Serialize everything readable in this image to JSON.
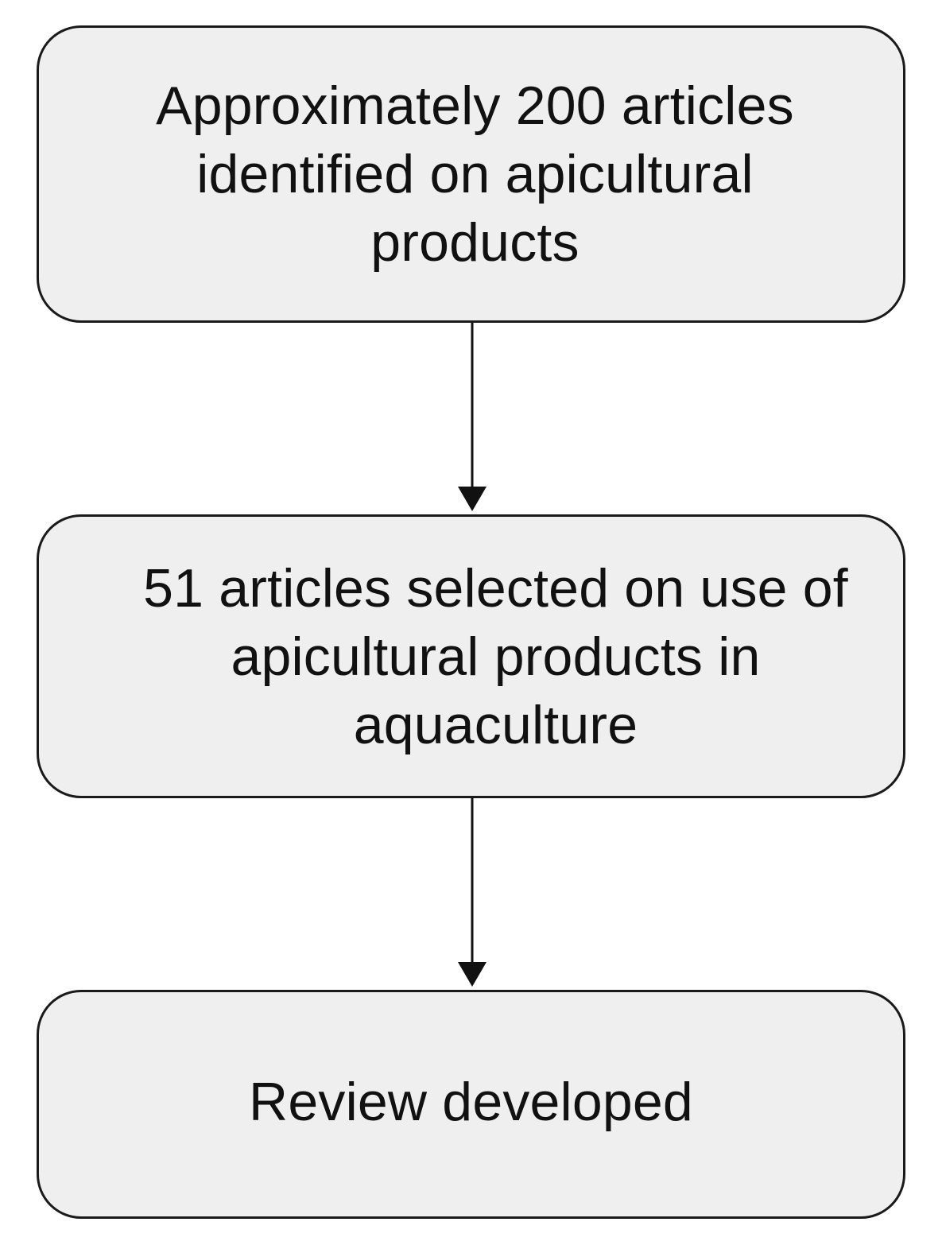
{
  "flowchart": {
    "steps": [
      {
        "label": "Approximately 200 articles identified on apicultural products"
      },
      {
        "label": "51 articles selected on use of apicultural products in aquaculture"
      },
      {
        "label": "Review developed"
      }
    ],
    "connectors": [
      {
        "from": 0,
        "to": 1
      },
      {
        "from": 1,
        "to": 2
      }
    ]
  },
  "colors": {
    "box_fill": "#efefef",
    "box_border": "#1a1a1a",
    "arrow": "#111111",
    "text": "#111111",
    "background": "#ffffff"
  }
}
